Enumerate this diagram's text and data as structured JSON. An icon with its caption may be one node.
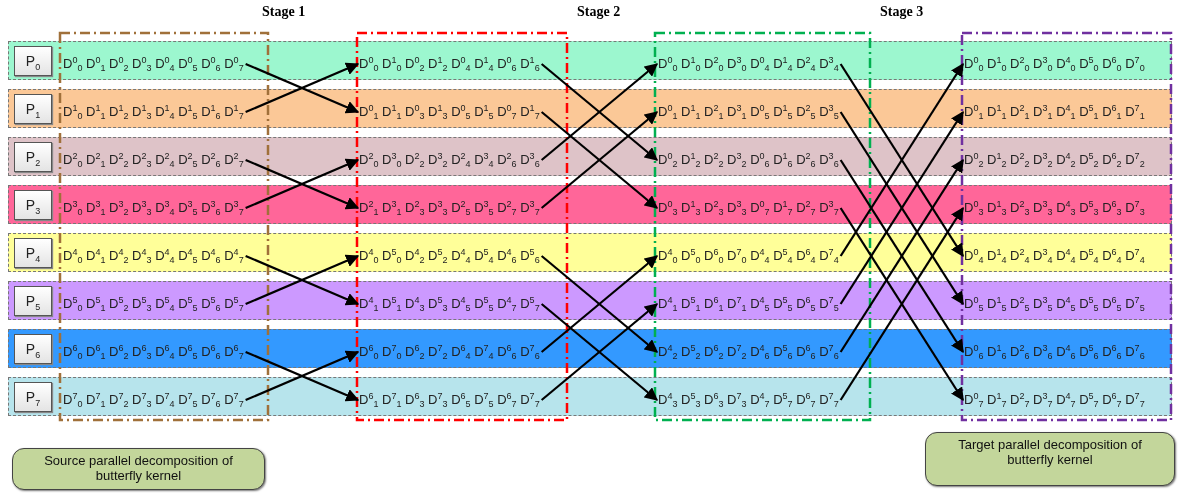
{
  "diagram": {
    "nodes": [
      {
        "text": [],
        "shape": "bar"
      },
      {
        "text": [
          "P$_{0}$"
        ],
        "in": 0
      },
      {
        "text": [
          "D$^{0}$$_{0}$ D$^{0}$$_{1}$ D$^{0}$$_{2}$ D$^{0}$$_{3}$ D$^{0}$$_{4}$ D$^{0}$$_{5}$ D$^{0}$$_{6}$ D$^{0}$$_{7}$"
        ],
        "in": 0
      },
      {
        "text": [
          "D$^{0}$$_{0}$ D$^{1}$$_{0}$ D$^{0}$$_{2}$ D$^{1}$$_{2}$ D$^{0}$$_{4}$ D$^{1}$$_{4}$ D$^{0}$$_{6}$ D$^{1}$$_{6}$"
        ],
        "in": 0
      },
      {
        "text": [
          "D$^{0}$$_{0}$ D$^{1}$$_{0}$ D$^{2}$$_{0}$ D$^{3}$$_{0}$ D$^{0}$$_{4}$ D$^{1}$$_{4}$ D$^{2}$$_{4}$ D$^{3}$$_{4}$"
        ],
        "in": 0
      },
      {
        "text": [
          "D$^{0}$$_{0}$ D$^{1}$$_{0}$ D$^{2}$$_{0}$ D$^{3}$$_{0}$ D$^{4}$$_{0}$ D$^{5}$$_{0}$ D$^{6}$$_{0}$ D$^{7}$$_{0}$"
        ],
        "in": 0
      },
      {
        "text": [],
        "shape": "bar"
      },
      {
        "text": [
          "P$_{1}$"
        ],
        "in": 6
      },
      {
        "text": [
          "D$^{1}$$_{0}$ D$^{1}$$_{1}$ D$^{1}$$_{2}$ D$^{1}$$_{3}$ D$^{1}$$_{4}$ D$^{1}$$_{5}$ D$^{1}$$_{6}$ D$^{1}$$_{7}$"
        ],
        "in": 6
      },
      {
        "text": [
          "D$^{0}$$_{1}$ D$^{1}$$_{1}$ D$^{0}$$_{3}$ D$^{1}$$_{3}$ D$^{0}$$_{5}$ D$^{1}$$_{5}$ D$^{0}$$_{7}$ D$^{1}$$_{7}$"
        ],
        "in": 6
      },
      {
        "text": [
          "D$^{0}$$_{1}$ D$^{1}$$_{1}$ D$^{2}$$_{1}$ D$^{3}$$_{1}$ D$^{0}$$_{5}$ D$^{1}$$_{5}$ D$^{2}$$_{5}$ D$^{3}$$_{5}$"
        ],
        "in": 6
      },
      {
        "text": [
          "D$^{0}$$_{1}$ D$^{1}$$_{1}$ D$^{2}$$_{1}$ D$^{3}$$_{1}$ D$^{4}$$_{1}$ D$^{5}$$_{1}$ D$^{6}$$_{1}$ D$^{7}$$_{1}$"
        ],
        "in": 6
      },
      {
        "text": [],
        "shape": "bar"
      },
      {
        "text": [
          "P$_{2}$"
        ],
        "in": 12
      },
      {
        "text": [
          "D$^{2}$$_{0}$ D$^{2}$$_{1}$ D$^{2}$$_{2}$ D$^{2}$$_{3}$ D$^{2}$$_{4}$ D$^{2}$$_{5}$ D$^{2}$$_{6}$ D$^{2}$$_{7}$"
        ],
        "in": 12
      },
      {
        "text": [
          "D$^{2}$$_{0}$ D$^{3}$$_{0}$ D$^{2}$$_{2}$ D$^{3}$$_{2}$ D$^{2}$$_{4}$ D$^{3}$$_{4}$ D$^{2}$$_{6}$ D$^{3}$$_{6}$"
        ],
        "in": 12
      },
      {
        "text": [
          "D$^{0}$$_{2}$ D$^{1}$$_{2}$ D$^{2}$$_{2}$ D$^{3}$$_{2}$ D$^{0}$$_{6}$ D$^{1}$$_{6}$ D$^{2}$$_{6}$ D$^{3}$$_{6}$"
        ],
        "in": 12
      },
      {
        "text": [
          "D$^{0}$$_{2}$ D$^{1}$$_{2}$ D$^{2}$$_{2}$ D$^{3}$$_{2}$ D$^{4}$$_{2}$ D$^{5}$$_{2}$ D$^{6}$$_{2}$ D$^{7}$$_{2}$"
        ],
        "in": 12
      },
      {
        "text": [],
        "shape": "bar"
      },
      {
        "text": [
          "P$_{3}$"
        ],
        "in": 18
      },
      {
        "text": [
          "D$^{3}$$_{0}$ D$^{3}$$_{1}$ D$^{3}$$_{2}$ D$^{3}$$_{3}$ D$^{3}$$_{4}$ D$^{3}$$_{5}$ D$^{3}$$_{6}$ D$^{3}$$_{7}$"
        ],
        "in": 18
      },
      {
        "text": [
          "D$^{2}$$_{1}$ D$^{3}$$_{1}$ D$^{2}$$_{3}$ D$^{3}$$_{3}$ D$^{2}$$_{5}$ D$^{3}$$_{5}$ D$^{2}$$_{7}$ D$^{3}$$_{7}$"
        ],
        "in": 18
      },
      {
        "text": [
          "D$^{0}$$_{3}$ D$^{1}$$_{3}$ D$^{2}$$_{3}$ D$^{3}$$_{3}$ D$^{0}$$_{7}$ D$^{1}$$_{7}$ D$^{2}$$_{7}$ D$^{3}$$_{7}$"
        ],
        "in": 18
      },
      {
        "text": [
          "D$^{0}$$_{3}$ D$^{1}$$_{3}$ D$^{2}$$_{3}$ D$^{3}$$_{3}$ D$^{4}$$_{3}$ D$^{5}$$_{3}$ D$^{6}$$_{3}$ D$^{7}$$_{3}$"
        ],
        "in": 18
      },
      {
        "text": [],
        "shape": "bar"
      },
      {
        "text": [
          "P$_{4}$"
        ],
        "in": 24
      },
      {
        "text": [
          "D$^{4}$$_{0}$ D$^{4}$$_{1}$ D$^{4}$$_{2}$ D$^{4}$$_{3}$ D$^{4}$$_{4}$ D$^{4}$$_{5}$ D$^{4}$$_{6}$ D$^{4}$$_{7}$"
        ],
        "in": 24
      },
      {
        "text": [
          "D$^{4}$$_{0}$ D$^{5}$$_{0}$ D$^{4}$$_{2}$ D$^{5}$$_{2}$ D$^{4}$$_{4}$ D$^{5}$$_{4}$ D$^{4}$$_{6}$ D$^{5}$$_{6}$"
        ],
        "in": 24
      },
      {
        "text": [
          "D$^{4}$$_{0}$ D$^{5}$$_{0}$ D$^{6}$$_{0}$ D$^{7}$$_{0}$ D$^{4}$$_{4}$ D$^{5}$$_{4}$ D$^{6}$$_{4}$ D$^{7}$$_{4}$"
        ],
        "in": 24
      },
      {
        "text": [
          "D$^{0}$$_{4}$ D$^{1}$$_{4}$ D$^{2}$$_{4}$ D$^{3}$$_{4}$ D$^{4}$$_{4}$ D$^{5}$$_{4}$ D$^{6}$$_{4}$ D$^{7}$$_{4}$"
        ],
        "in": 24
      },
      {
        "text": [],
        "shape": "bar"
      },
      {
        "text": [
          "P$_{5}$"
        ],
        "in": 30
      },
      {
        "text": [
          "D$^{5}$$_{0}$ D$^{5}$$_{1}$ D$^{5}$$_{2}$ D$^{5}$$_{3}$ D$^{5}$$_{4}$ D$^{5}$$_{5}$ D$^{5}$$_{6}$ D$^{5}$$_{7}$"
        ],
        "in": 30
      },
      {
        "text": [
          "D$^{4}$$_{1}$ D$^{5}$$_{1}$ D$^{4}$$_{3}$ D$^{5}$$_{3}$ D$^{4}$$_{5}$ D$^{5}$$_{5}$ D$^{4}$$_{7}$ D$^{5}$$_{7}$"
        ],
        "in": 30
      },
      {
        "text": [
          "D$^{4}$$_{1}$ D$^{5}$$_{1}$ D$^{6}$$_{1}$ D$^{7}$$_{1}$ D$^{4}$$_{5}$ D$^{5}$$_{5}$ D$^{6}$$_{5}$ D$^{7}$$_{5}$"
        ],
        "in": 30
      },
      {
        "text": [
          "D$^{0}$$_{5}$ D$^{1}$$_{5}$ D$^{2}$$_{5}$ D$^{3}$$_{5}$ D$^{4}$$_{5}$ D$^{5}$$_{5}$ D$^{6}$$_{5}$ D$^{7}$$_{5}$"
        ],
        "in": 30
      },
      {
        "text": [],
        "shape": "bar"
      },
      {
        "text": [
          "P$_{6}$"
        ],
        "in": 36
      },
      {
        "text": [
          "D$^{6}$$_{0}$ D$^{6}$$_{1}$ D$^{6}$$_{2}$ D$^{6}$$_{3}$ D$^{6}$$_{4}$ D$^{6}$$_{5}$ D$^{6}$$_{6}$ D$^{6}$$_{7}$"
        ],
        "in": 36
      },
      {
        "text": [
          "D$^{6}$$_{0}$ D$^{7}$$_{0}$ D$^{6}$$_{2}$ D$^{7}$$_{2}$ D$^{6}$$_{4}$ D$^{7}$$_{4}$ D$^{6}$$_{6}$ D$^{7}$$_{6}$"
        ],
        "in": 36
      },
      {
        "text": [
          "D$^{4}$$_{2}$ D$^{5}$$_{2}$ D$^{6}$$_{2}$ D$^{7}$$_{2}$ D$^{4}$$_{6}$ D$^{5}$$_{6}$ D$^{6}$$_{6}$ D$^{7}$$_{6}$"
        ],
        "in": 36
      },
      {
        "text": [
          "D$^{0}$$_{6}$ D$^{1}$$_{6}$ D$^{2}$$_{6}$ D$^{3}$$_{6}$ D$^{4}$$_{6}$ D$^{5}$$_{6}$ D$^{6}$$_{6}$ D$^{7}$$_{6}$"
        ],
        "in": 36
      },
      {
        "text": [],
        "shape": "bar"
      },
      {
        "text": [
          "P$_{7}$"
        ],
        "in": 42
      },
      {
        "text": [
          "D$^{7}$$_{0}$ D$^{7}$$_{1}$ D$^{7}$$_{2}$ D$^{7}$$_{3}$ D$^{7}$$_{4}$ D$^{7}$$_{5}$ D$^{7}$$_{6}$ D$^{7}$$_{7}$"
        ],
        "in": 42
      },
      {
        "text": [
          "D$^{6}$$_{1}$ D$^{7}$$_{1}$ D$^{6}$$_{3}$ D$^{7}$$_{3}$ D$^{6}$$_{5}$ D$^{7}$$_{5}$ D$^{6}$$_{7}$ D$^{7}$$_{7}$"
        ],
        "in": 42
      },
      {
        "text": [
          "D$^{4}$$_{3}$ D$^{5}$$_{3}$ D$^{6}$$_{3}$ D$^{7}$$_{3}$ D$^{4}$$_{7}$ D$^{5}$$_{7}$ D$^{6}$$_{7}$ D$^{7}$$_{7}$"
        ],
        "in": 42
      },
      {
        "text": [
          "D$^{0}$$_{7}$ D$^{1}$$_{7}$ D$^{2}$$_{7}$ D$^{3}$$_{7}$ D$^{4}$$_{7}$ D$^{5}$$_{7}$ D$^{6}$$_{7}$ D$^{7}$$_{7}$"
        ],
        "in": 42
      },
      {
        "text": [
          "Source parallel decomposition of butterfly kernel"
        ]
      },
      {
        "text": [
          "Target parallel decomposition of butterfly kernel"
        ]
      }
    ],
    "edges": [
      {
        "from": 2,
        "to": 9,
        "arrow": "to"
      },
      {
        "from": 8,
        "to": 3,
        "arrow": "to"
      },
      {
        "from": 14,
        "to": 21,
        "arrow": "to"
      },
      {
        "from": 20,
        "to": 15,
        "arrow": "to"
      },
      {
        "from": 26,
        "to": 33,
        "arrow": "to"
      },
      {
        "from": 32,
        "to": 27,
        "arrow": "to"
      },
      {
        "from": 38,
        "to": 45,
        "arrow": "to"
      },
      {
        "from": 44,
        "to": 39,
        "arrow": "to"
      },
      {
        "from": 3,
        "to": 16,
        "arrow": "to"
      },
      {
        "from": 9,
        "to": 22,
        "arrow": "to"
      },
      {
        "from": 15,
        "to": 4,
        "arrow": "to"
      },
      {
        "from": 21,
        "to": 10,
        "arrow": "to"
      },
      {
        "from": 27,
        "to": 40,
        "arrow": "to"
      },
      {
        "from": 33,
        "to": 46,
        "arrow": "to"
      },
      {
        "from": 39,
        "to": 28,
        "arrow": "to"
      },
      {
        "from": 45,
        "to": 34,
        "arrow": "to"
      },
      {
        "from": 4,
        "to": 29,
        "arrow": "to"
      },
      {
        "from": 10,
        "to": 35,
        "arrow": "to"
      },
      {
        "from": 16,
        "to": 41,
        "arrow": "to"
      },
      {
        "from": 22,
        "to": 47,
        "arrow": "to"
      },
      {
        "from": 28,
        "to": 5,
        "arrow": "to"
      },
      {
        "from": 34,
        "to": 11,
        "arrow": "to"
      },
      {
        "from": 40,
        "to": 17,
        "arrow": "to"
      },
      {
        "from": 46,
        "to": 23,
        "arrow": "to"
      }
    ],
    "labels": [
      "Stage 1",
      "Stage 2",
      "Stage 3"
    ]
  }
}
